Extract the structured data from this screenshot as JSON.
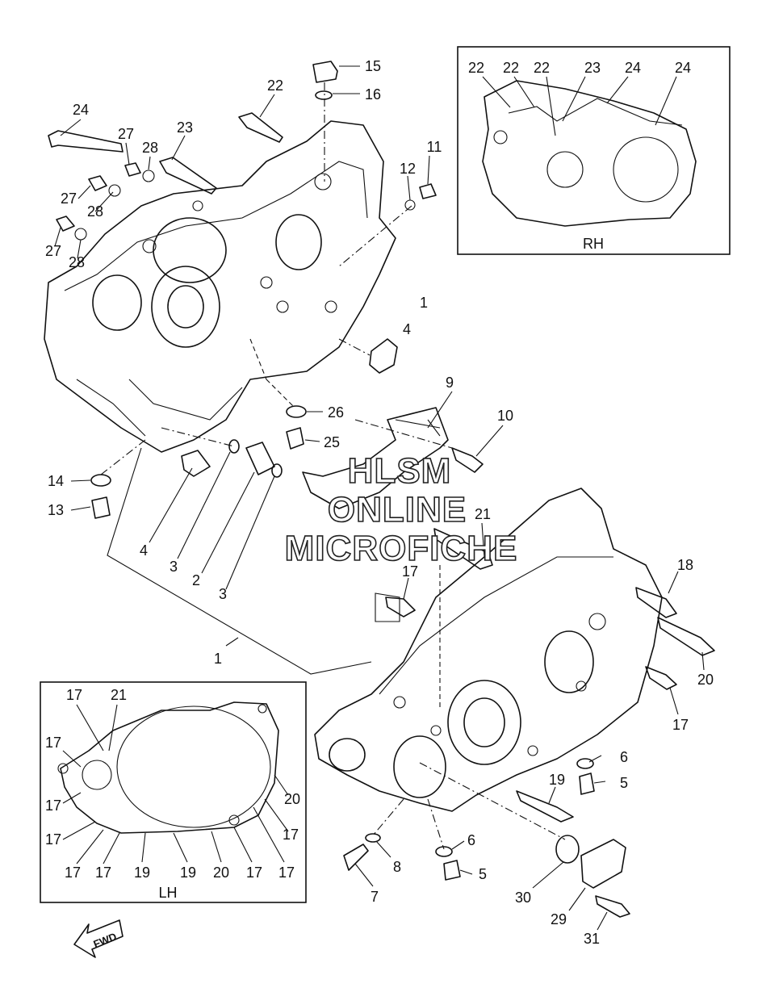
{
  "watermark": {
    "line1": "HLSM",
    "line2": "ONLINE",
    "line3": "MICROFICHE"
  },
  "insets": {
    "rh": {
      "title": "RH",
      "callouts": [
        "22",
        "22",
        "22",
        "23",
        "24",
        "24"
      ]
    },
    "lh": {
      "title": "LH",
      "callouts": [
        "17",
        "21",
        "17",
        "17",
        "17",
        "17",
        "17",
        "19",
        "19",
        "20",
        "17",
        "17",
        "17",
        "20"
      ]
    }
  },
  "fwd_label": "FWD",
  "callouts": [
    "15",
    "16",
    "22",
    "24",
    "27",
    "28",
    "23",
    "27",
    "28",
    "27",
    "28",
    "11",
    "12",
    "1",
    "4",
    "9",
    "10",
    "26",
    "25",
    "14",
    "13",
    "4",
    "3",
    "2",
    "3",
    "1",
    "21",
    "17",
    "18",
    "20",
    "17",
    "6",
    "5",
    "19",
    "6",
    "5",
    "8",
    "7",
    "30",
    "29",
    "31"
  ]
}
